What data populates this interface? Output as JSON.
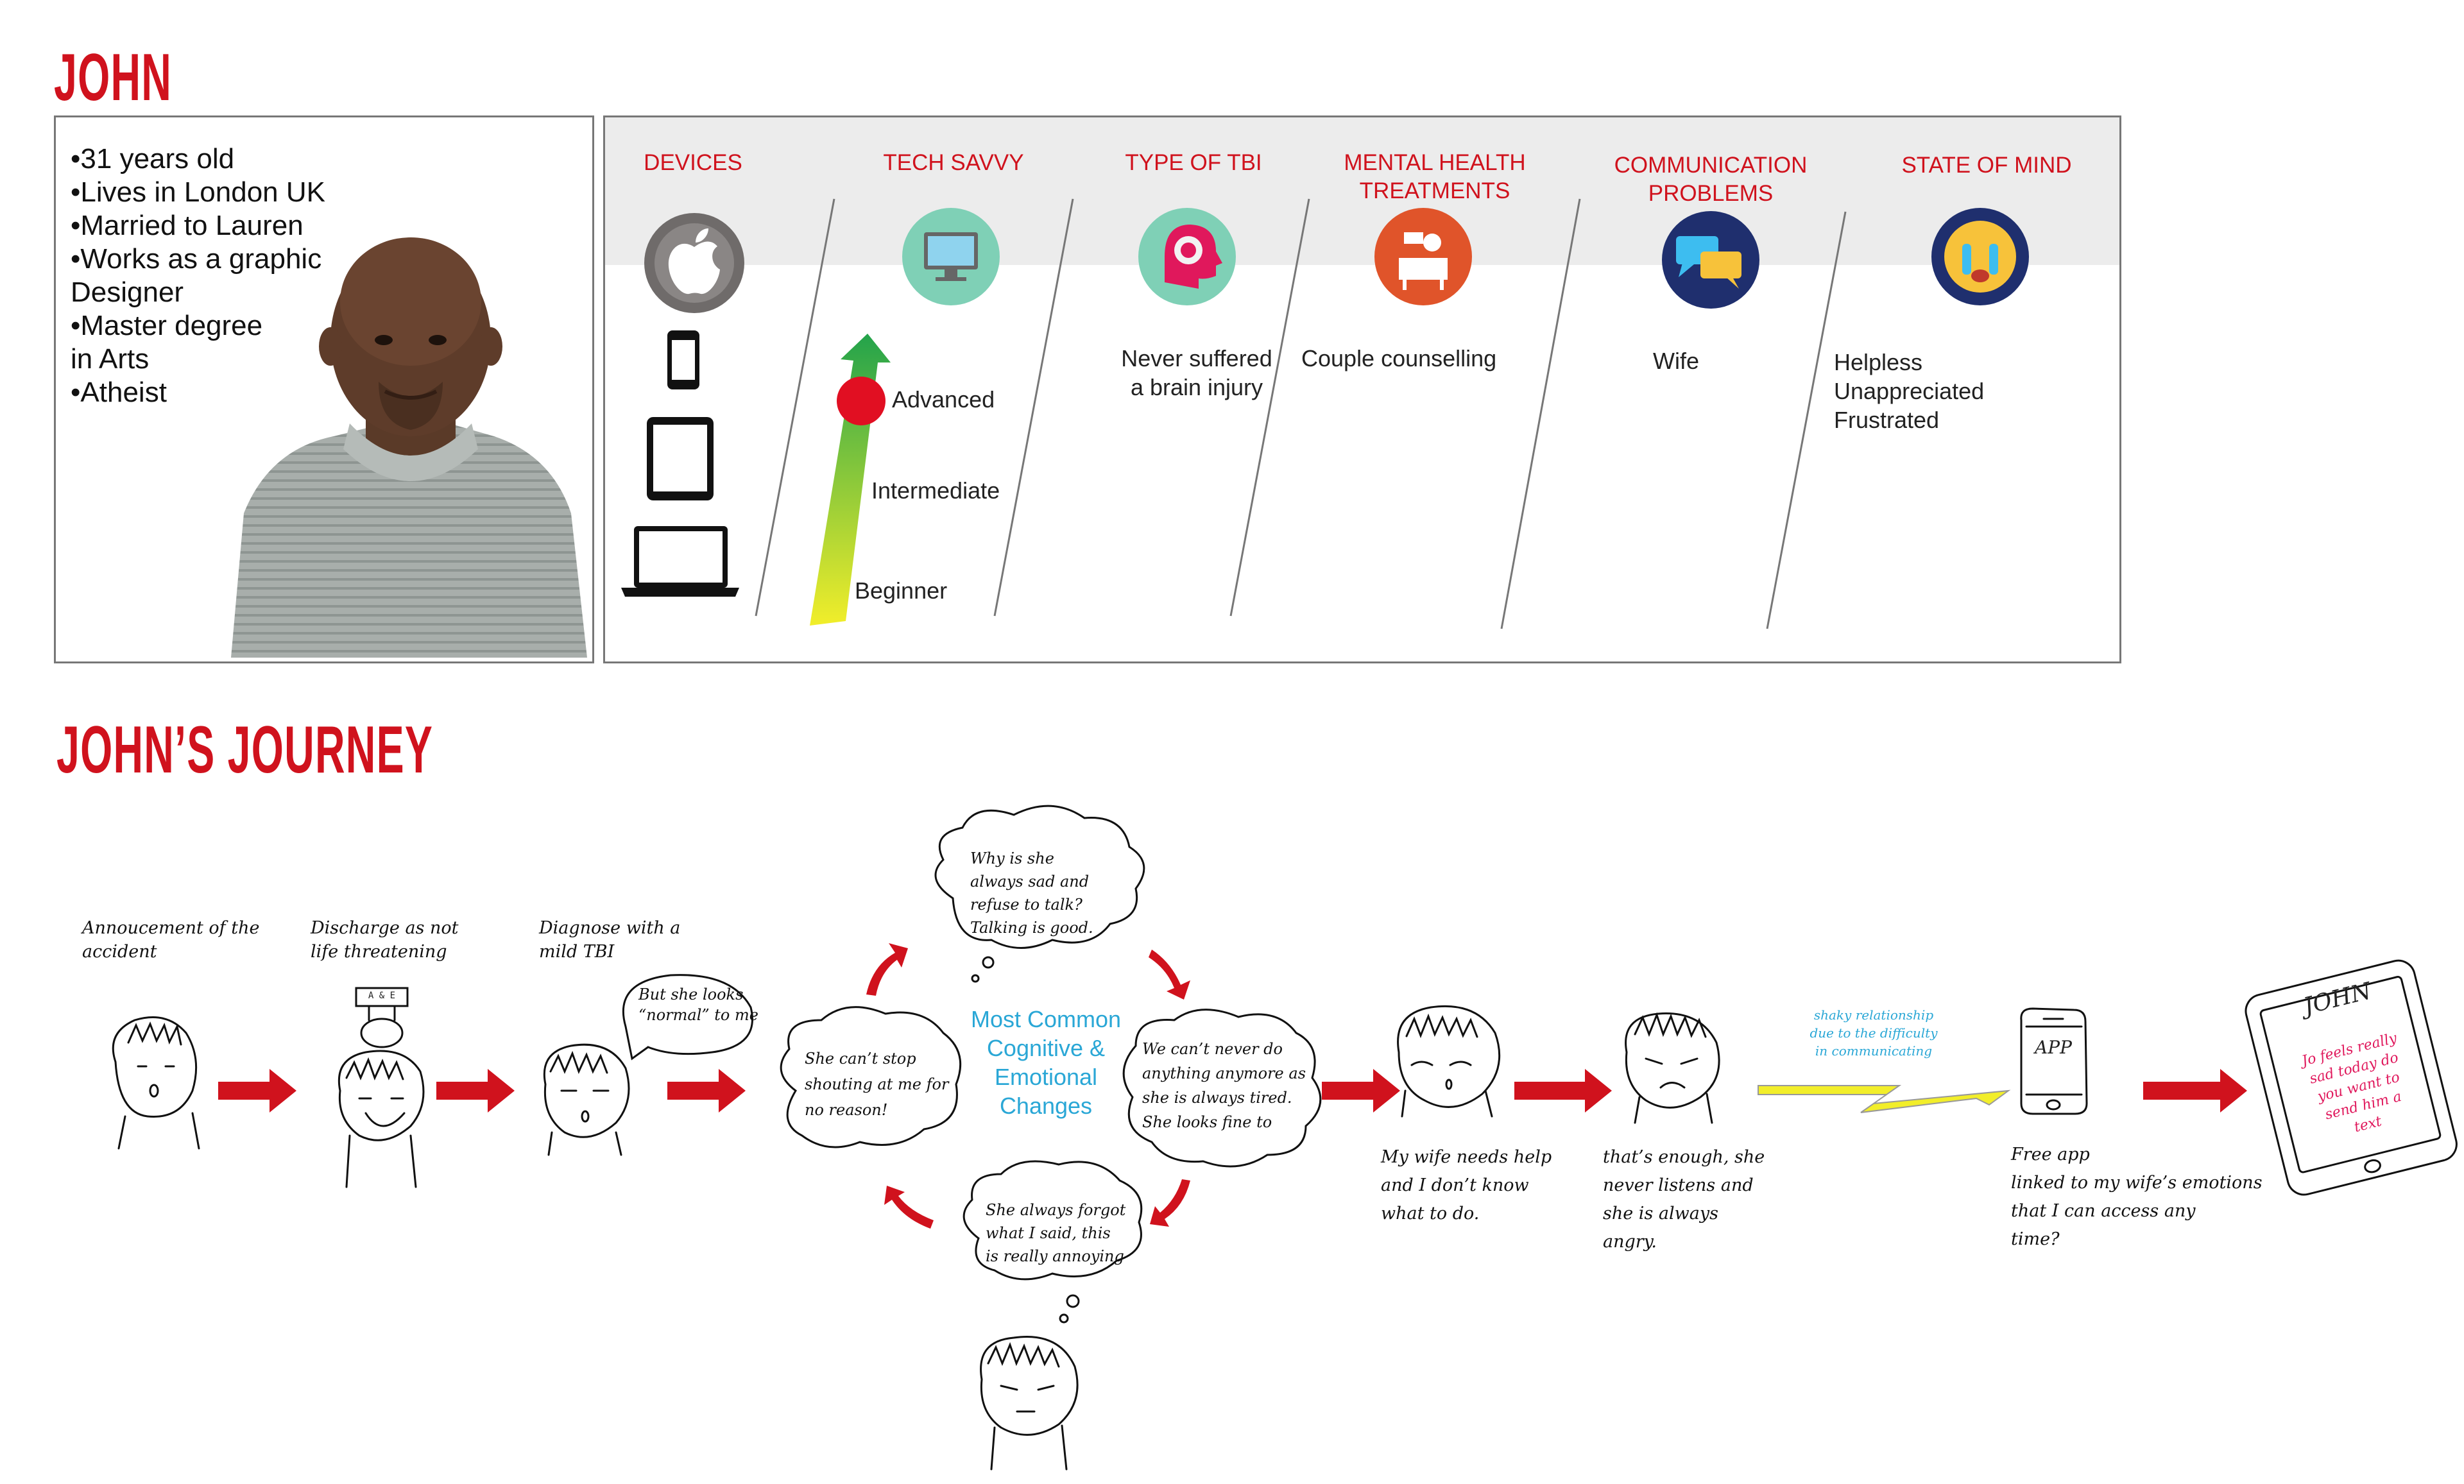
{
  "persona": {
    "name": "JOHN",
    "bullets": [
      "•31 years old",
      "•Lives in London UK",
      "•Married to Lauren",
      "•Works as a graphic\nDesigner",
      "•Master degree\nin Arts",
      "•Atheist"
    ]
  },
  "attributes": {
    "devices": {
      "label": "DEVICES",
      "icon": "apple-icon"
    },
    "tech_savvy": {
      "label": "TECH SAVVY",
      "icon": "monitor-icon",
      "levels": [
        "Advanced",
        "Intermediate",
        "Beginner"
      ],
      "current_level": "Advanced"
    },
    "type_of_tbi": {
      "label": "TYPE OF TBI",
      "icon": "brain-head-icon",
      "value": "Never suffered\na brain injury"
    },
    "mental_health": {
      "label": "MENTAL HEALTH\nTREATMENTS",
      "icon": "counselling-icon",
      "value": "Couple counselling"
    },
    "communication": {
      "label": "COMMUNICATION\nPROBLEMS",
      "icon": "chat-bubbles-icon",
      "value": "Wife"
    },
    "state_of_mind": {
      "label": "STATE OF MIND",
      "icon": "crying-face-icon",
      "value": "Helpless\nUnappreciated\nFrustrated"
    }
  },
  "journey": {
    "title": "JOHN’S JOURNEY",
    "steps": [
      "Annoucement of the\naccident",
      "Discharge as not\nlife threatening",
      "Diagnose with a\nmild TBI"
    ],
    "bubble_her_looks": "But she looks\n“normal” to me",
    "hospital_sign": "A & E",
    "cycle": {
      "center": "Most Common\nCognitive &\nEmotional\nChanges",
      "top": "Why is she\nalways sad and\nrefuse to talk?\nTalking is good.",
      "right": "We can’t never do\nanything anymore as\nshe is always tired.\nShe looks fine to",
      "left": "She can’t stop\nshouting at me for\nno reason!",
      "bottom": "She always forgot\nwhat I said, this\nis really annoying"
    },
    "wife_help": "My wife needs help\nand I don’t know\nwhat to do.",
    "enough": "that’s enough, she\nnever listens and\nshe is always\nangry.",
    "shaky": "shaky relationship\ndue to the difficulty\nin communicating",
    "app_label": "APP",
    "free_app": "Free app\nlinked to my wife’s emotions\nthat I can access any\ntime?",
    "tablet_title": "JOHN",
    "tablet_text": "Jo feels really\nsad today do\nyou want to\nsend him a\ntext"
  },
  "colors": {
    "accent": "#d0121d",
    "blue": "#2aa7d6",
    "pink": "#e0185c"
  }
}
